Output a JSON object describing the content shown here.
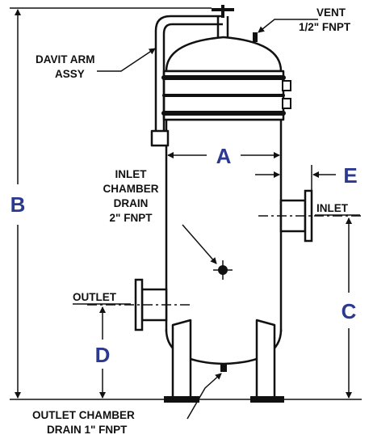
{
  "labels": {
    "vent_line1": "VENT",
    "vent_line2": "1/2\" FNPT",
    "davit_line1": "DAVIT ARM",
    "davit_line2": "ASSY",
    "inlet_drain_line1": "INLET",
    "inlet_drain_line2": "CHAMBER",
    "inlet_drain_line3": "DRAIN",
    "inlet_drain_line4": "2\" FNPT",
    "inlet": "INLET",
    "outlet": "OUTLET",
    "outlet_drain_line1": "OUTLET CHAMBER",
    "outlet_drain_line2": "DRAIN 1\" FNPT"
  },
  "dimensions": {
    "a": "A",
    "b": "B",
    "c": "C",
    "d": "D",
    "e": "E"
  },
  "colors": {
    "line": "#111111",
    "dimension_label": "#2b3990"
  }
}
